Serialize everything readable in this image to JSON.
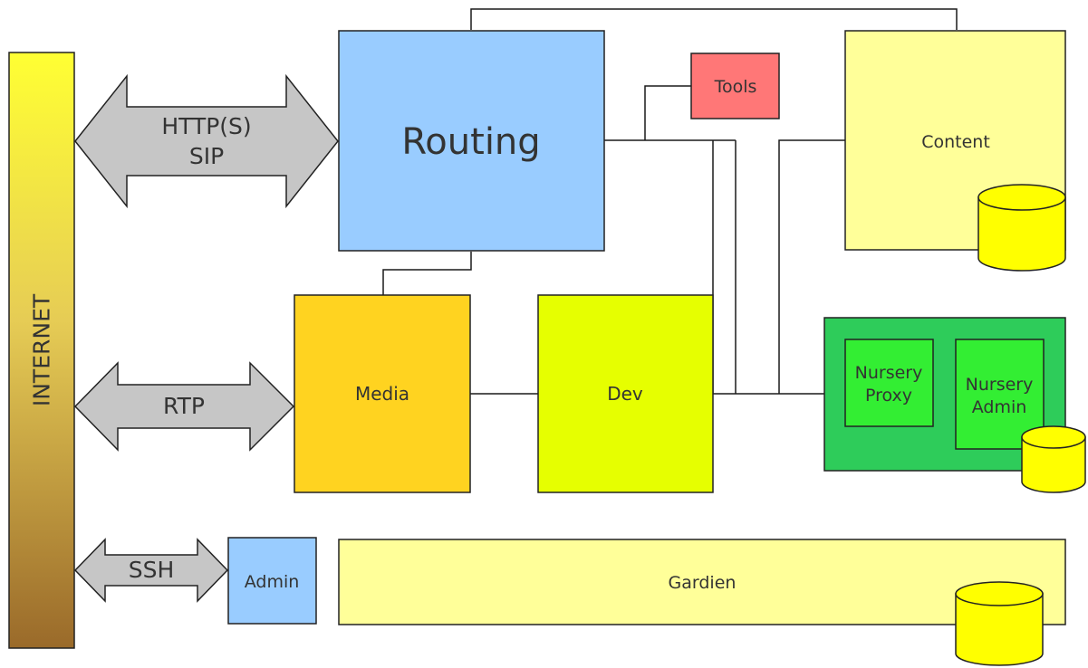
{
  "internet": {
    "label": "INTERNET"
  },
  "arrows": {
    "http": {
      "line1": "HTTP(S)",
      "line2": "SIP"
    },
    "rtp": {
      "label": "RTP"
    },
    "ssh": {
      "label": "SSH"
    }
  },
  "boxes": {
    "routing": "Routing",
    "tools": "Tools",
    "content": "Content",
    "media": "Media",
    "dev": "Dev",
    "nursery_proxy": {
      "line1": "Nursery",
      "line2": "Proxy"
    },
    "nursery_admin": {
      "line1": "Nursery",
      "line2": "Admin"
    },
    "admin": "Admin",
    "gardien": "Gardien"
  },
  "colors": {
    "internet_top": "#ffff33",
    "internet_bottom": "#9a6a2a",
    "routing": "#99ccff",
    "admin": "#99ccff",
    "tools": "#ff7777",
    "content": "#ffff99",
    "gardien": "#ffff99",
    "media": "#ffd320",
    "dev": "#e6ff00",
    "nursery": "#2ecc5a",
    "nursery_inner": "#33ee33",
    "arrow": "#c6c6c6",
    "database": "#ffff00"
  },
  "icons": [
    "database-icon"
  ]
}
